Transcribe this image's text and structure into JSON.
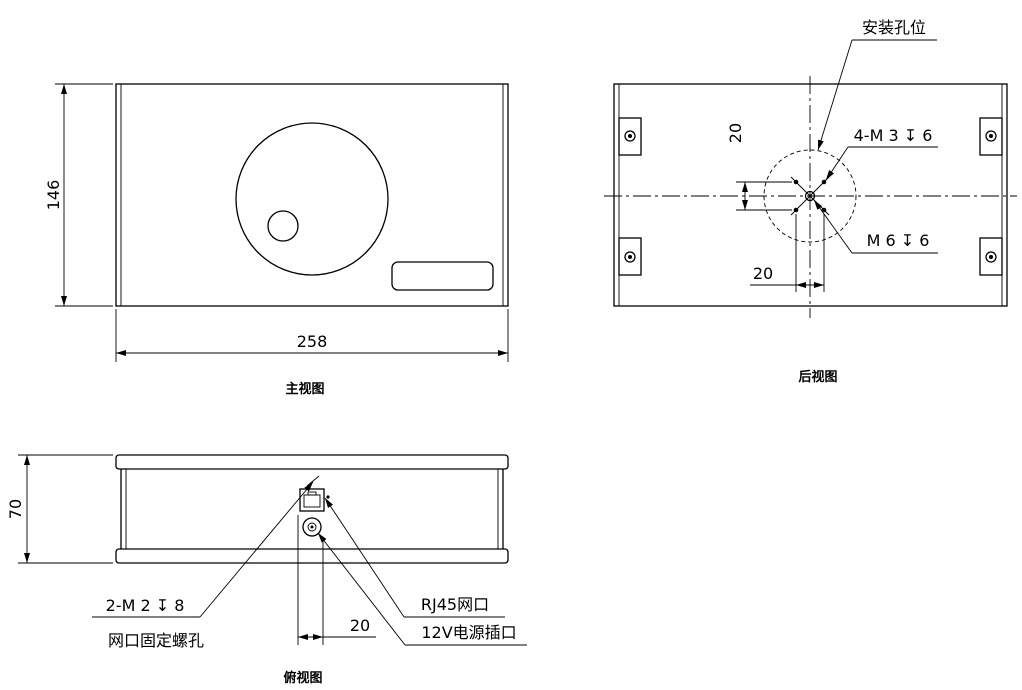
{
  "front_view": {
    "height_dim": "146",
    "width_dim": "258",
    "caption": "主视图"
  },
  "rear_view": {
    "mount_label": "安装孔位",
    "holes_4_label": "4-M 3 ↧ 6",
    "center_hole_label": "M 6 ↧ 6",
    "vertical_spacing_dim": "20",
    "horizontal_spacing_dim": "20",
    "caption": "后视图"
  },
  "top_view": {
    "depth_dim": "70",
    "screw_label": "2-M 2 ↧ 8",
    "screw_desc": "网口固定螺孔",
    "offset_dim": "20",
    "rj45_label": "RJ45网口",
    "power_label": "12V电源插口",
    "caption": "俯视图"
  },
  "colors": {
    "line": "#000000",
    "background": "#ffffff"
  }
}
